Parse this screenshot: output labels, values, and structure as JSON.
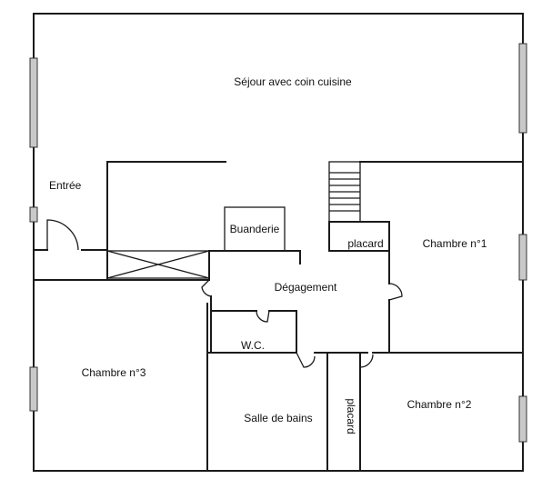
{
  "rooms": {
    "sejour": "Séjour avec coin cuisine",
    "entree": "Entrée",
    "buanderie": "Buanderie",
    "placard_top": "placard",
    "chambre1": "Chambre n°1",
    "degagement": "Dégagement",
    "chambre3": "Chambre n°3",
    "wc": "W.C.",
    "salle_de_bains": "Salle de bains",
    "placard_bottom": "placard",
    "chambre2": "Chambre n°2"
  }
}
